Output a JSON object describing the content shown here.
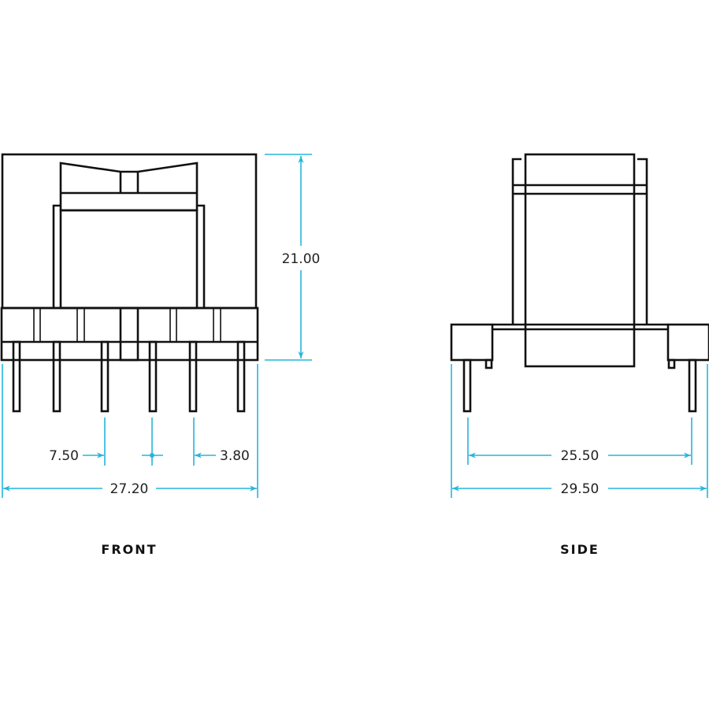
{
  "views": {
    "front": {
      "label": "FRONT",
      "dimensions": {
        "height": "21.00",
        "pin_offset_left": "7.50",
        "pin_pitch": "3.80",
        "width": "27.20"
      }
    },
    "side": {
      "label": "SIDE",
      "dimensions": {
        "pin_span": "25.50",
        "width": "29.50"
      }
    }
  },
  "colors": {
    "outline": "#111111",
    "dimension": "#25b5dc"
  }
}
